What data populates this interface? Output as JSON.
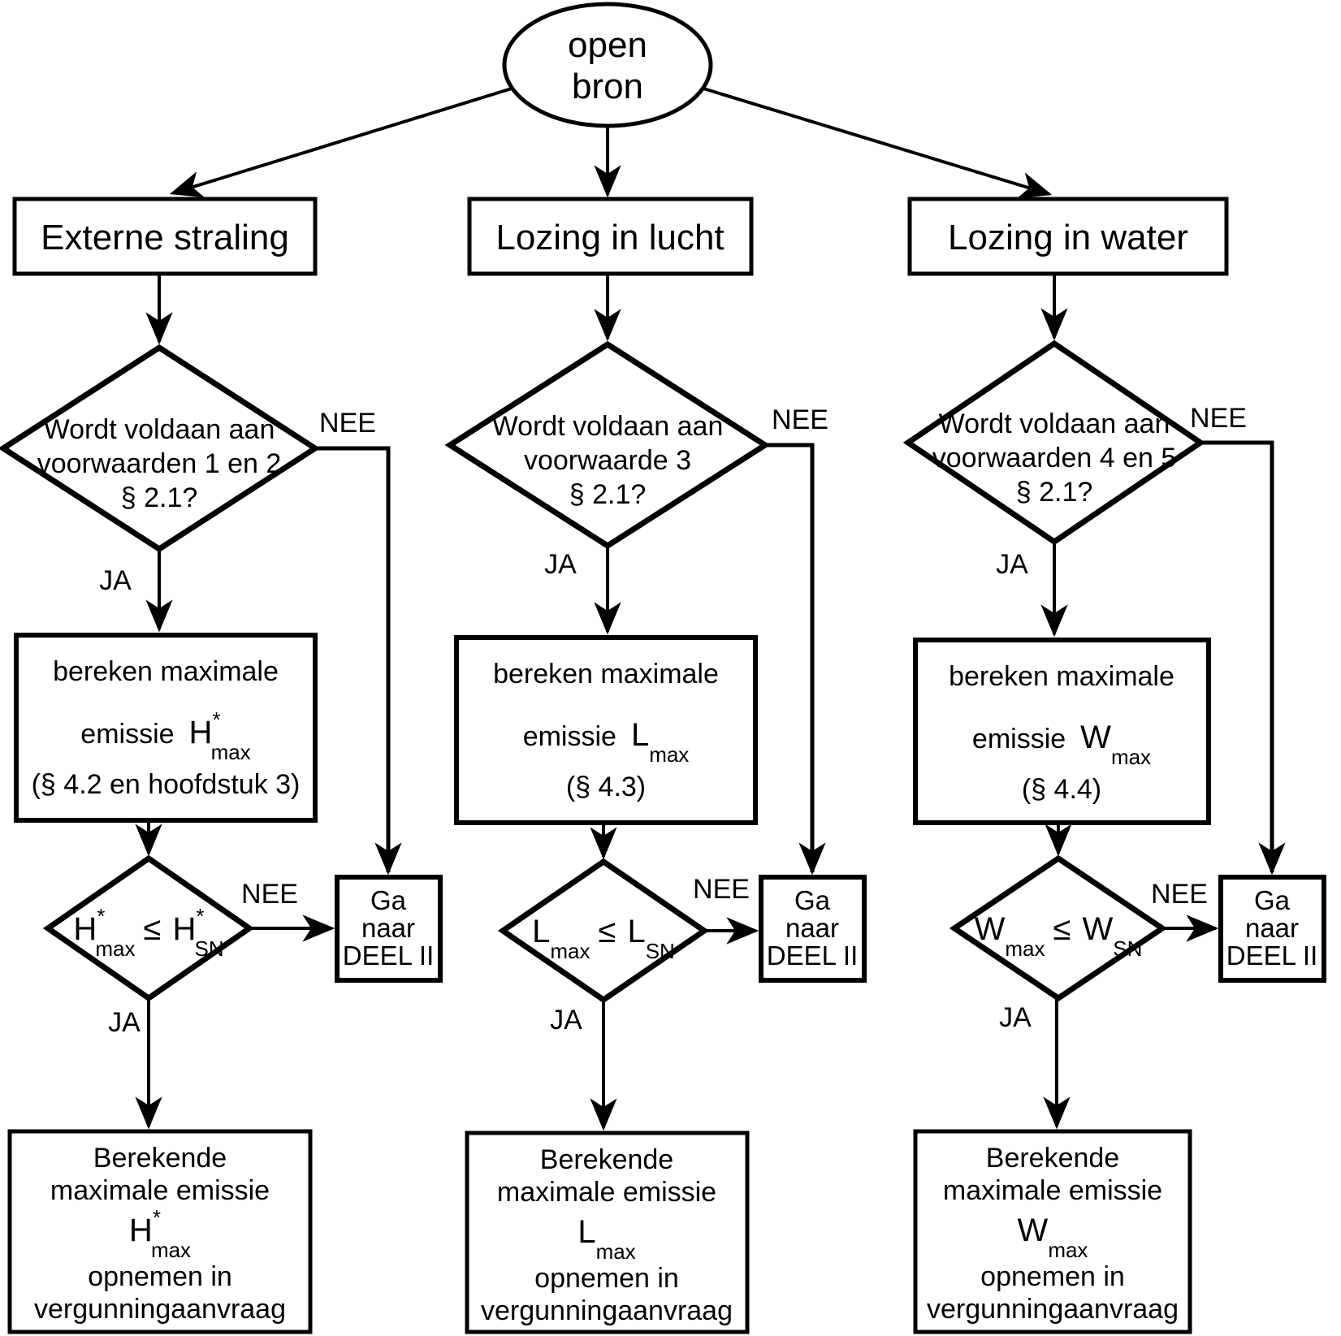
{
  "start": {
    "line1": "open",
    "line2": "bron"
  },
  "labels": {
    "yes": "JA",
    "no": "NEE"
  },
  "columns": [
    {
      "header": "Externe straling",
      "decision1": [
        "Wordt voldaan aan",
        "voorwaarden 1 en 2",
        "§ 2.1?"
      ],
      "calc": {
        "line1": "bereken maximale",
        "emission_label": "emissie",
        "symbol": {
          "base": "H",
          "sup": "*",
          "sub": "max"
        },
        "ref": "(§ 4.2 en hoofdstuk 3)"
      },
      "decision2": {
        "lhs": {
          "base": "H",
          "sup": "*",
          "sub": "max"
        },
        "op": "≤",
        "rhs": {
          "base": "H",
          "sup": "*",
          "sub": "SN"
        }
      },
      "goto": [
        "Ga",
        "naar",
        "DEEL II"
      ],
      "result": {
        "line1": "Berekende",
        "line2": "maximale emissie",
        "symbol": {
          "base": "H",
          "sup": "*",
          "sub": "max"
        },
        "line3": "opnemen in",
        "line4": "vergunningaanvraag"
      }
    },
    {
      "header": "Lozing in lucht",
      "decision1": [
        "Wordt voldaan aan",
        "voorwaarde 3",
        "§ 2.1?"
      ],
      "calc": {
        "line1": "bereken maximale",
        "emission_label": "emissie",
        "symbol": {
          "base": "L",
          "sub": "max"
        },
        "ref": "(§ 4.3)"
      },
      "decision2": {
        "lhs": {
          "base": "L",
          "sub": "max"
        },
        "op": "≤",
        "rhs": {
          "base": "L",
          "sub": "SN"
        }
      },
      "goto": [
        "Ga",
        "naar",
        "DEEL II"
      ],
      "result": {
        "line1": "Berekende",
        "line2": "maximale emissie",
        "symbol": {
          "base": "L",
          "sub": "max"
        },
        "line3": "opnemen in",
        "line4": "vergunningaanvraag"
      }
    },
    {
      "header": "Lozing in water",
      "decision1": [
        "Wordt voldaan aan",
        "voorwaarden 4 en 5",
        "§ 2.1?"
      ],
      "calc": {
        "line1": "bereken maximale",
        "emission_label": "emissie",
        "symbol": {
          "base": "W",
          "sub": "max"
        },
        "ref": "(§ 4.4)"
      },
      "decision2": {
        "lhs": {
          "base": "W",
          "sub": "max"
        },
        "op": "≤",
        "rhs": {
          "base": "W",
          "sub": "SN"
        }
      },
      "goto": [
        "Ga",
        "naar",
        "DEEL II"
      ],
      "result": {
        "line1": "Berekende",
        "line2": "maximale emissie",
        "symbol": {
          "base": "W",
          "sub": "max"
        },
        "line3": "opnemen in",
        "line4": "vergunningaanvraag"
      }
    }
  ]
}
